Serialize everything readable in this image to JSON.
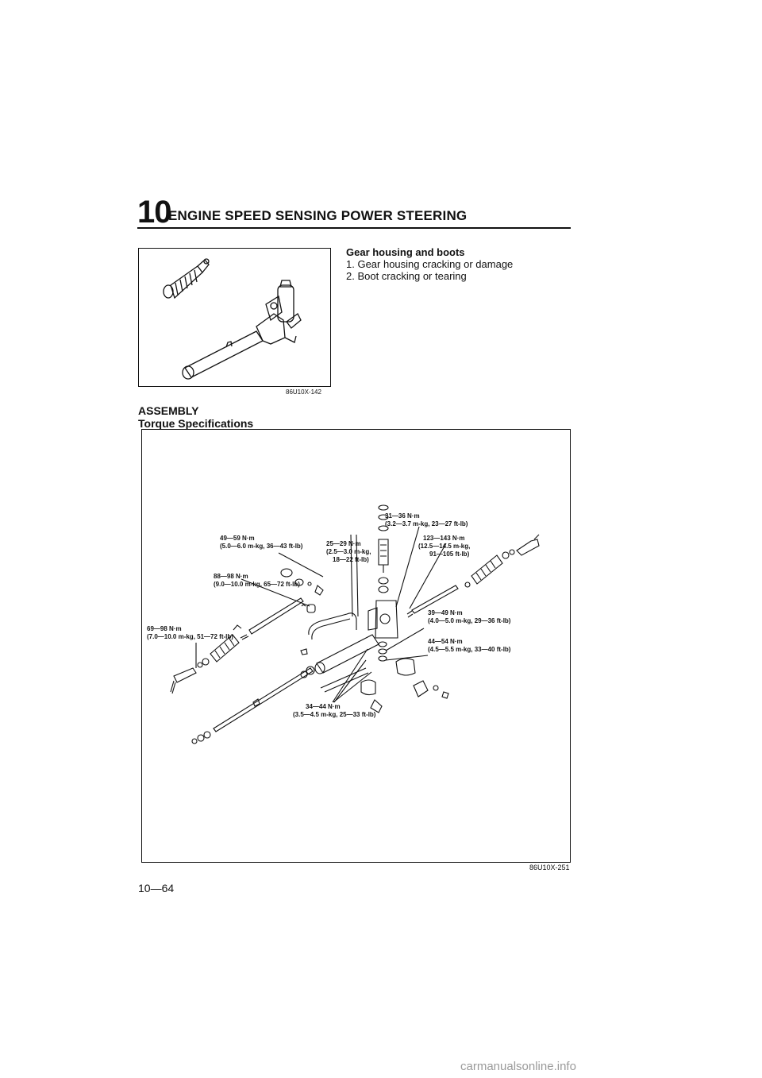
{
  "header": {
    "section_number": "10",
    "section_title": "ENGINE SPEED SENSING POWER STEERING"
  },
  "inspection": {
    "title": "Gear housing and boots",
    "items": [
      "1. Gear housing cracking or damage",
      "2. Boot cracking or tearing"
    ],
    "figure_code": "86U10X-142"
  },
  "assembly": {
    "heading": "ASSEMBLY",
    "subheading": "Torque Specifications",
    "figure_code": "86U10X-251",
    "torque_labels": [
      {
        "line1": "31—36 N·m",
        "line2": "(3.2—3.7 m-kg, 23—27 ft-lb)",
        "line3": ""
      },
      {
        "line1": "49—59 N·m",
        "line2": "(5.0—6.0 m-kg, 36—43 ft-lb)",
        "line3": ""
      },
      {
        "line1": "25—29 N·m",
        "line2": "(2.5—3.0 m-kg,",
        "line3": "18—22 ft-lb)"
      },
      {
        "line1": "123—143 N·m",
        "line2": "(12.5—14.5 m-kg,",
        "line3": "91—105 ft-lb)"
      },
      {
        "line1": "88—98 N·m",
        "line2": "(9.0—10.0 m-kg, 65—72 ft-lb)",
        "line3": ""
      },
      {
        "line1": "69—98 N·m",
        "line2": "(7.0—10.0 m-kg, 51—72 ft-lb)",
        "line3": ""
      },
      {
        "line1": "39—49 N·m",
        "line2": "(4.0—5.0 m-kg, 29—36 ft-lb)",
        "line3": ""
      },
      {
        "line1": "44—54 N·m",
        "line2": "(4.5—5.5 m-kg, 33—40 ft-lb)",
        "line3": ""
      },
      {
        "line1": "34—44 N·m",
        "line2": "(3.5—4.5 m-kg, 25—33 ft-lb)",
        "line3": ""
      }
    ]
  },
  "footer": {
    "page_number": "10—64",
    "watermark": "carmanualsonline.info"
  }
}
